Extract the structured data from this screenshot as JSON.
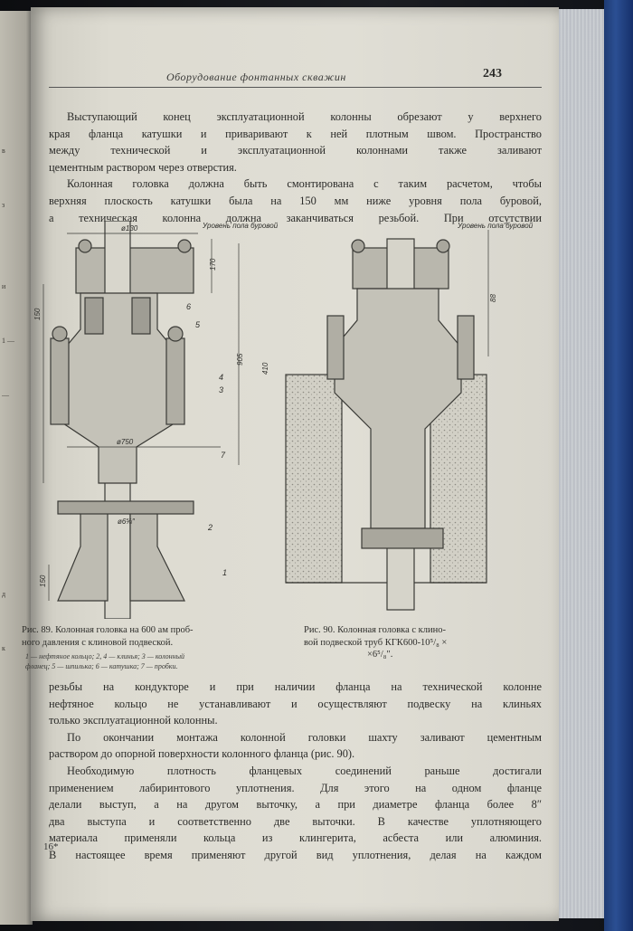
{
  "page": {
    "running_head": "Оборудование фонтанных скважин",
    "page_number": "243",
    "signature_mark": "16*"
  },
  "paragraphs_top": [
    "Выступающий конец эксплуатационной колонны обрезают у верхнего",
    "края фланца катушки и приваривают к ней плотным швом. Пространство",
    "между технической и эксплуатационной колоннами также заливают",
    "цементным раствором через отверстия.",
    "Колонная головка должна быть смонтирована с таким расчетом, чтобы",
    "верхняя плоскость катушки была на 150 мм ниже уровня пола буровой,",
    "а техническая колонна должна заканчиваться резьбой. При отсутствии"
  ],
  "figure89": {
    "dims": {
      "d130": "ø130",
      "h170": "170",
      "h150": "150",
      "h905": "905",
      "h410": "410",
      "d750": "ø750",
      "d6": "ø6⅝″",
      "h150b": "150"
    },
    "floor_label": "Уровень пола буровой",
    "numbers": [
      "1",
      "2",
      "3",
      "4",
      "5",
      "6",
      "7"
    ],
    "caption": [
      "Рис. 89. Колонная головка на 600 ам проб-",
      "ного давления с клиновой подвеской."
    ],
    "legend": [
      "1 — нефтяное кольцо; 2, 4 — клинья; 3 — колонный",
      "фланец; 5 — шпилька; 6 — катушка; 7 — пробки."
    ]
  },
  "figure90": {
    "floor_label": "Уровень пола буровой",
    "dim": "88",
    "caption": [
      "Рис. 90. Колонная головка с клино-",
      "вой подвеской труб КГК600-10⁵/₈ ×",
      "×6⁵/₈″."
    ]
  },
  "paragraphs_bottom": [
    "резьбы на кондукторе и при наличии фланца на технической колонне",
    "нефтяное кольцо не устанавливают и осуществляют подвеску на клиньях",
    "только эксплуатационной колонны.",
    "По окончании монтажа колонной головки шахту заливают цементным",
    "раствором до опорной поверхности колонного фланца (рис. 90).",
    "Необходимую плотность фланцевых соединений раньше достигали",
    "применением лабиринтового уплотнения. Для этого на одном фланце",
    "делали выступ, а на другом выточку, а при диаметре фланца более 8″",
    "два выступа и соответственно две выточки. В качестве уплотняющего",
    "материала применяли кольца из клингерита, асбеста или алюминия.",
    "В настоящее время применяют другой вид уплотнения, делая на каждом"
  ],
  "left_page_fragments": [
    "1 —",
    "—",
    "з",
    "и",
    "в",
    "д",
    "к"
  ],
  "colors": {
    "paper": "#dddbd1",
    "ink": "#2b2b29",
    "cover": "#2b4f93"
  }
}
